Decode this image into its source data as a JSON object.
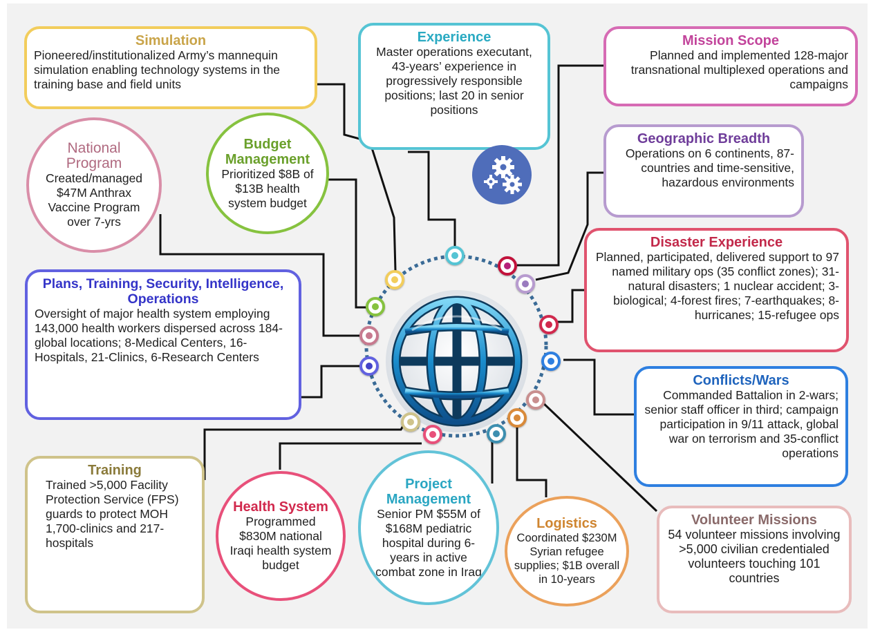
{
  "boxes": {
    "simulation": {
      "title": "Simulation",
      "text": "Pioneered/institutionalized Army’s mannequin simulation enabling technology systems in the training base and field units",
      "color": "#f2cd5c"
    },
    "experience": {
      "title": "Experience",
      "text": "Master operations executant, 43-years’ experience in progressively responsible positions; last 20 in senior positions",
      "color": "#55c4d4"
    },
    "mission_scope": {
      "title": "Mission Scope",
      "text": "Planned and implemented 128-major transnational multiplexed operations and campaigns",
      "color": "#d66bb4"
    },
    "national_program": {
      "title": "National Program",
      "text": "Created/managed $47M Anthrax Vaccine Program over 7-yrs",
      "color": "#d98ea8"
    },
    "budget_management": {
      "title": "Budget Management",
      "text": "Prioritized $8B of $13B health system budget",
      "color": "#86c23f"
    },
    "geographic_breadth": {
      "title": "Geographic Breadth",
      "text": "Operations on 6 continents, 87-countries and time-sensitive, hazardous environments",
      "color": "#b79bcf"
    },
    "disaster_experience": {
      "title": "Disaster Experience",
      "text": "Planned, participated, delivered support to 97 named military ops (35 conflict zones); 31-natural disasters; 1 nuclear accident; 3-biological; 4-forest fires; 7-earthquakes; 8-hurricanes; 15-refugee ops",
      "color": "#e0536e"
    },
    "plans_training": {
      "title": "Plans, Training, Security, Intelligence, Operations",
      "text": "Oversight of major health system employing 143,000 health workers dispersed across 184-global locations; 8-Medical Centers, 16-Hospitals, 21-Clinics, 6-Research Centers",
      "color": "#6161e0"
    },
    "conflicts_wars": {
      "title": "Conflicts/Wars",
      "text": "Commanded Battalion in 2-wars; senior staff officer in third; campaign participation in 9/11 attack, global war on terrorism and 35-conflict operations",
      "color": "#2e7fe0"
    },
    "training": {
      "title": "Training",
      "text": "Trained >5,000 Facility Protection Service (FPS) guards to protect MOH 1,700-clinics and 217-hospitals",
      "color": "#cfc38a"
    },
    "health_system": {
      "title": "Health System",
      "text": "Programmed $830M national Iraqi health system budget",
      "color": "#e8507a"
    },
    "project_management": {
      "title": "Project Management",
      "text": "Senior PM $55M of $168M pediatric hospital during 6-years in active combat zone in Iraq",
      "color": "#62c3d8"
    },
    "logistics": {
      "title": "Logistics",
      "text": "Coordinated $230M Syrian refugee supplies; $1B overall in 10-years",
      "color": "#eba15b"
    },
    "volunteer_missions": {
      "title": "Volunteer Missions",
      "text": "54 volunteer missions involving >5,000 civilian credentialed volunteers touching 101 countries",
      "color": "#e8bcbc"
    }
  },
  "icons": {
    "center": "globe-icon",
    "experience": "gears-icon"
  },
  "colors": {
    "background": "#f2f2f2",
    "connector": "#111111",
    "ring": "#3a6b96",
    "gear_badge": "#4f6dba"
  }
}
